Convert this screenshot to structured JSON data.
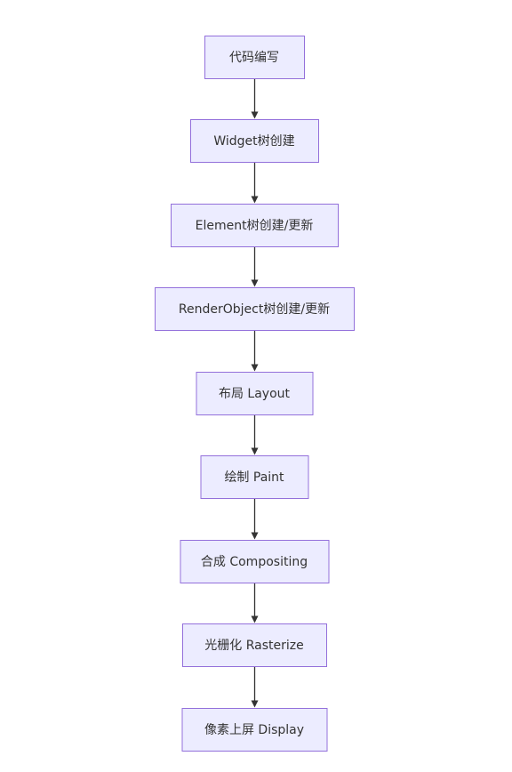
{
  "flowchart": {
    "direction": "top-to-bottom",
    "node_fill": "#ececff",
    "node_border": "#9370db",
    "edge_color": "#333333",
    "nodes": [
      {
        "id": "n1",
        "label": "代码编写"
      },
      {
        "id": "n2",
        "label": "Widget树创建"
      },
      {
        "id": "n3",
        "label": "Element树创建/更新"
      },
      {
        "id": "n4",
        "label": "RenderObject树创建/更新"
      },
      {
        "id": "n5",
        "label": "布局 Layout"
      },
      {
        "id": "n6",
        "label": "绘制 Paint"
      },
      {
        "id": "n7",
        "label": "合成 Compositing"
      },
      {
        "id": "n8",
        "label": "光栅化 Rasterize"
      },
      {
        "id": "n9",
        "label": "像素上屏 Display"
      }
    ],
    "edges": [
      {
        "from": "n1",
        "to": "n2"
      },
      {
        "from": "n2",
        "to": "n3"
      },
      {
        "from": "n3",
        "to": "n4"
      },
      {
        "from": "n4",
        "to": "n5"
      },
      {
        "from": "n5",
        "to": "n6"
      },
      {
        "from": "n6",
        "to": "n7"
      },
      {
        "from": "n7",
        "to": "n8"
      },
      {
        "from": "n8",
        "to": "n9"
      }
    ]
  }
}
